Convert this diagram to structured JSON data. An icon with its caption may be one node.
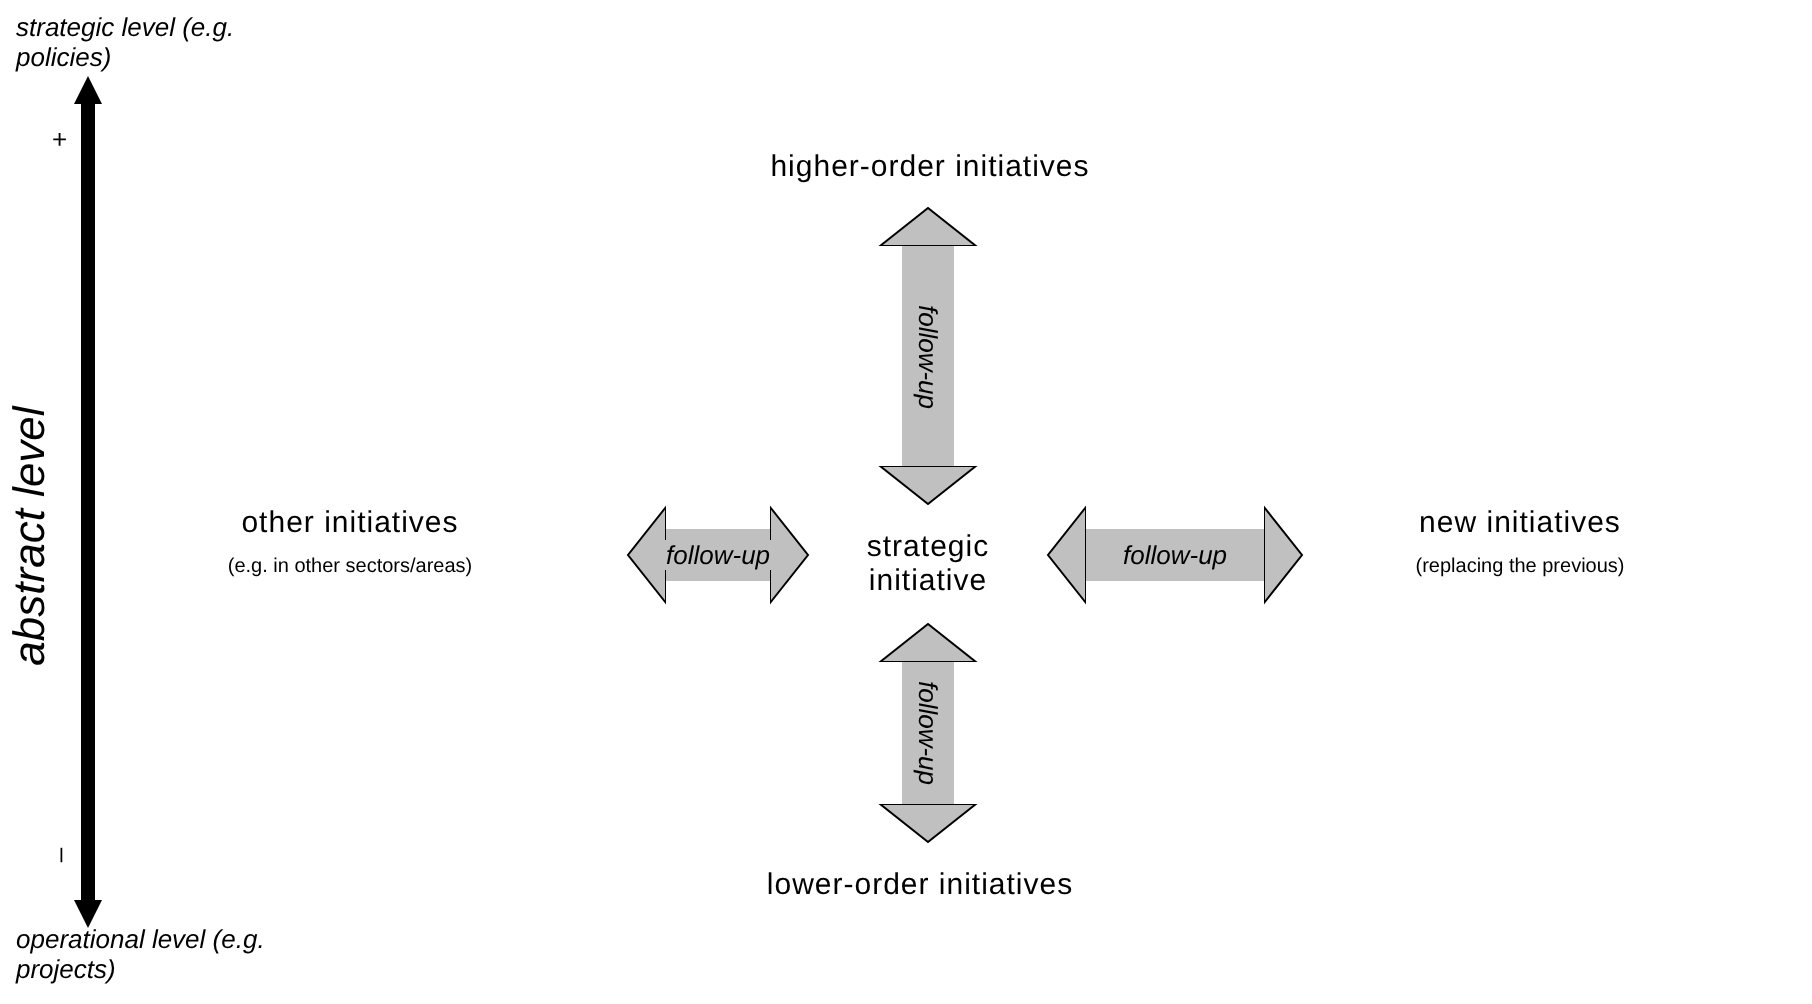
{
  "diagram": {
    "nodes": [
      {
        "text": [
          "higher-order initiatives"
        ]
      },
      {
        "text": [
          "other initiatives",
          "(e.g. in other sectors/areas)"
        ]
      },
      {
        "text": [
          "strategic initiative"
        ]
      },
      {
        "text": [
          "new initiatives",
          "(replacing the previous)"
        ]
      },
      {
        "text": [
          "lower-order initiatives"
        ]
      }
    ],
    "edges": [
      {
        "from": 2,
        "to": 0,
        "arrow": "both",
        "label": "follow-up"
      },
      {
        "from": 1,
        "to": 2,
        "arrow": "both",
        "label": "follow-up"
      },
      {
        "from": 2,
        "to": 3,
        "arrow": "both",
        "label": "follow-up"
      },
      {
        "from": 2,
        "to": 4,
        "arrow": "both",
        "label": "follow-up"
      }
    ],
    "labels": [
      "strategic level (e.g. policies)",
      "+",
      "abstract level",
      "–",
      "operational level (e.g. projects)"
    ]
  }
}
